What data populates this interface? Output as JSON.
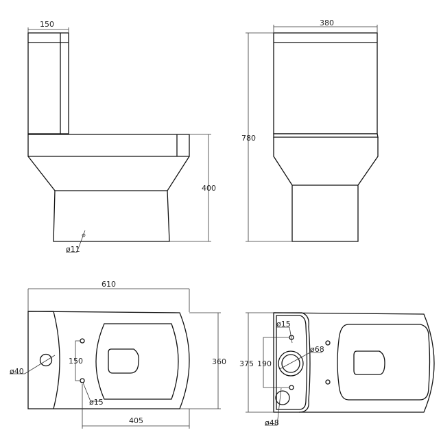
{
  "side_view": {
    "tank_depth": "150",
    "height": "400",
    "outlet": "ø11"
  },
  "front_view": {
    "width": "380",
    "total_height": "780"
  },
  "plan_view": {
    "length": "610",
    "width": "360",
    "outlet_distance": "405",
    "fixing_spacing": "150",
    "fixing_hole": "ø15",
    "waste": "ø40"
  },
  "tank_plan": {
    "depth": "375",
    "spacing": "190",
    "fixing_hole": "ø15",
    "flush_valve": "ø68",
    "inlet": "ø48"
  },
  "colors": {
    "line": "#111111",
    "background": "#ffffff"
  }
}
